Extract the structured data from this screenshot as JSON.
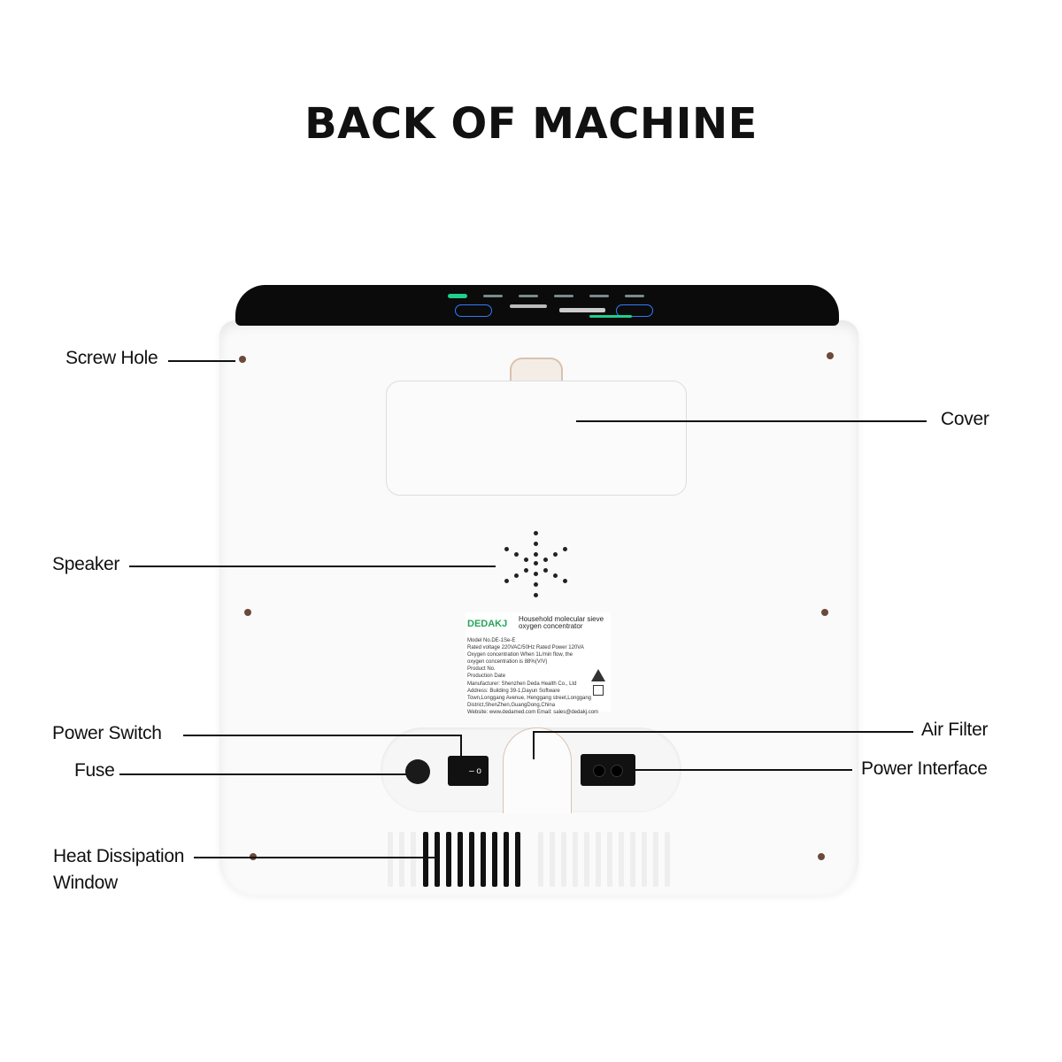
{
  "title": "BACK OF MACHINE",
  "callouts": {
    "screw_hole": "Screw Hole",
    "cover": "Cover",
    "speaker": "Speaker",
    "power_switch": "Power Switch",
    "fuse": "Fuse",
    "air_filter": "Air Filter",
    "power_interface": "Power Interface",
    "heat_dissipation_1": "Heat Dissipation",
    "heat_dissipation_2": "Window"
  },
  "rating_label": {
    "brand": "DEDAKJ",
    "product_line1": "Household molecular sieve",
    "product_line2": "oxygen concentrator",
    "model": "Model No.DE-1Se-E",
    "rated": "Rated voltage 220VAC/50Hz    Rated Power 120VA",
    "oxygen": "Oxygen concentration When 1L/min flow, the oxygen concentration is 88%(V/V)",
    "product_no": "Product No.",
    "production_date": "Production Date",
    "manufacturer": "Manufacturer: Shenzhen Deda Health Co., Ltd",
    "address": "Address: Building 39-1,Dayun Software Town,Longgang Avenue, Henggang street,Longgang District,ShenZhen,GuangDong,China",
    "website": "Website: www.dedamed.com    Email: sales@dedakj.com"
  },
  "colors": {
    "brand_green": "#27a55a",
    "panel_black": "#0b0b0b",
    "display_green": "#1fcf8a",
    "display_blue": "#2f7cff"
  }
}
